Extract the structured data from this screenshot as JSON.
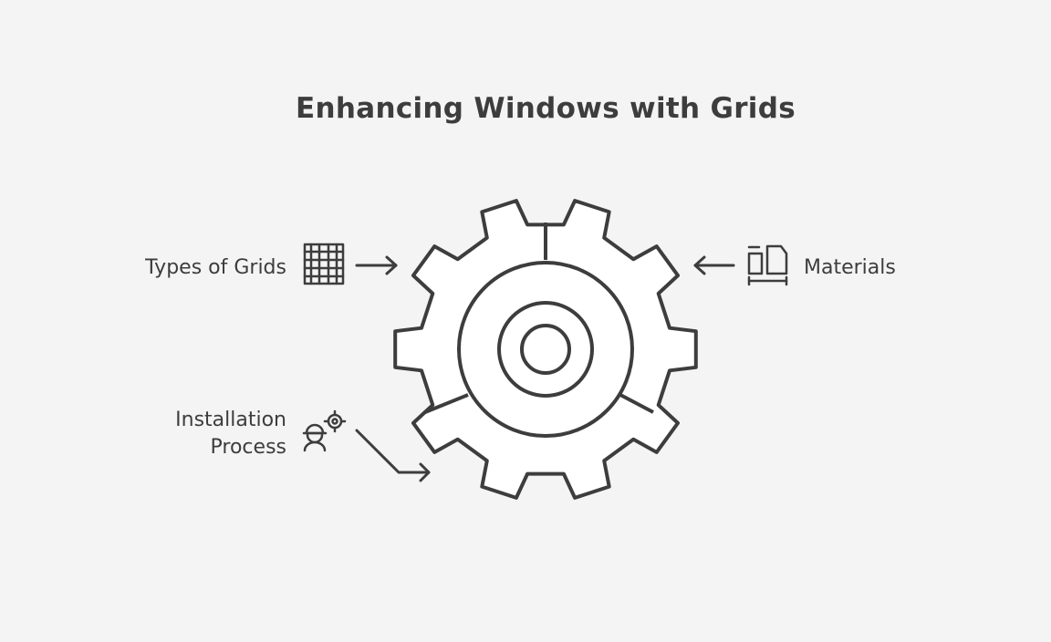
{
  "title": "Enhancing Windows with Grids",
  "labels": {
    "types_of_grids": "Types of Grids",
    "materials": "Materials",
    "installation_line1": "Installation",
    "installation_line2": "Process"
  },
  "icons": {
    "grid": "grid-icon",
    "materials": "ruler-document-icon",
    "installation": "worker-gear-icon",
    "center": "gear-icon"
  },
  "colors": {
    "background": "#f4f4f4",
    "stroke": "#3d3d3d",
    "fill": "#ffffff"
  }
}
